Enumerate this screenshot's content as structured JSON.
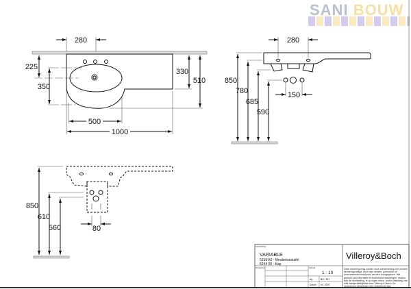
{
  "logo": {
    "part1": "SANI",
    "part2": "BOUW"
  },
  "top_view": {
    "dim_280": "280",
    "dim_225": "225",
    "dim_350": "350",
    "dim_330": "330",
    "dim_510": "510",
    "dim_500": "500",
    "dim_1000": "1000"
  },
  "side_view": {
    "dim_280": "280",
    "dim_850": "850",
    "dim_780": "780",
    "dim_685": "685",
    "dim_590": "590",
    "dim_150": "150"
  },
  "bottom_view": {
    "dim_850": "850",
    "dim_610": "610",
    "dim_560": "560",
    "dim_80": "80"
  },
  "title_block": {
    "label_designation": "Aanduiding",
    "product": "VARIABLE",
    "line1": "5158 A0 - Meubelwastafel",
    "line2": "5244 00 - Kap",
    "brand": "Villeroy&Boch",
    "label_designer": "Ontwerper",
    "label_scale": "Schaal",
    "scale": "1 : 10",
    "label_drawn": "Ag:",
    "drawn": "BH / RH",
    "label_date": "Datum:",
    "date": "04. 2007",
    "disclaimer": "Deze tekening mag zonder onze toestemming niet worden vermenigvuldigd, noch aan derden, (personen of concurrerende bedrijven) worden doorgegeven. Het gebruik van informatie en technische tekeningen, anders dan de doelstelling, is op eigen risico, onder uitsluiting van elke aansprakelijkheid door Villeroy & Boch. De opgegeven afmetingen zijn onderhevig aan productiewijzigingen voorbehouden."
  }
}
